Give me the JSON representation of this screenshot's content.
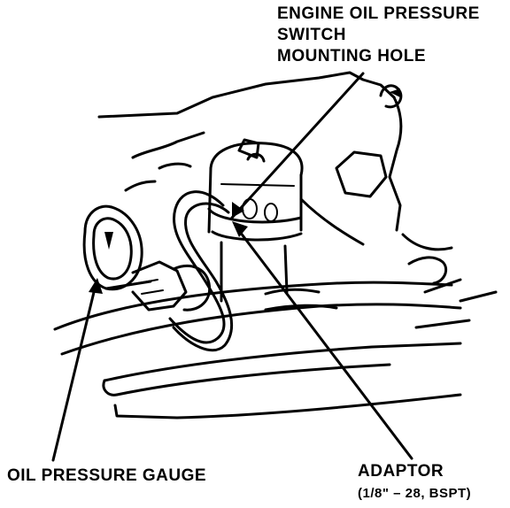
{
  "labels": {
    "switch_hole": [
      "ENGINE OIL PRESSURE",
      "SWITCH",
      "MOUNTING HOLE"
    ],
    "gauge": "OIL PRESSURE GAUGE",
    "adaptor": "ADAPTOR",
    "adaptor_spec": "(1/8\" – 28, BSPT)"
  }
}
